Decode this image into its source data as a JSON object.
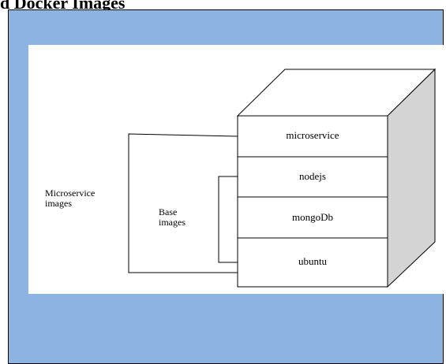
{
  "heading": "d Docker Images",
  "colors": {
    "frame_bg": "#8db3e2",
    "box_side": "#d4d4d4",
    "line": "#000000"
  },
  "labels": {
    "microservice_images": [
      "Microservice",
      "images"
    ],
    "base_images": [
      "Base",
      "images"
    ]
  },
  "layers": [
    {
      "label": "microservice"
    },
    {
      "label": "nodejs"
    },
    {
      "label": "mongoDb"
    },
    {
      "label": "ubuntu"
    }
  ]
}
